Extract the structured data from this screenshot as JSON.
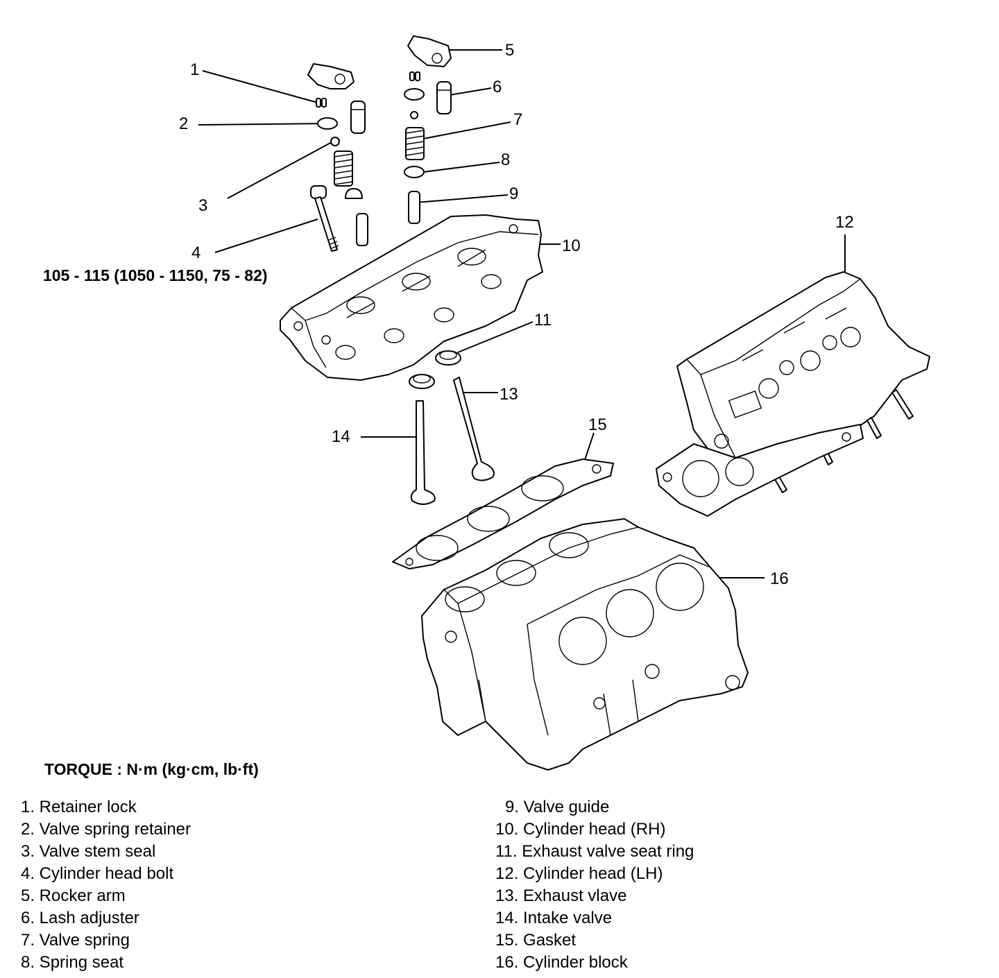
{
  "callouts": [
    "1",
    "2",
    "3",
    "4",
    "5",
    "6",
    "7",
    "8",
    "9",
    "10",
    "11",
    "12",
    "13",
    "14",
    "15",
    "16"
  ],
  "torque_spec": "105 - 115 (1050 - 1150, 75 - 82)",
  "torque_units": "TORQUE : N·m (kg·cm, lb·ft)",
  "legend_left": [
    "1. Retainer lock",
    "2. Valve spring retainer",
    "3. Valve stem seal",
    "4. Cylinder head bolt",
    "5. Rocker arm",
    "6. Lash adjuster",
    "7. Valve spring",
    "8. Spring seat"
  ],
  "legend_right": [
    "9. Valve guide",
    "10. Cylinder head (RH)",
    "11. Exhaust valve seat ring",
    "12. Cylinder head (LH)",
    "13. Exhaust vlave",
    "14. Intake valve",
    "15. Gasket",
    "16. Cylinder block"
  ]
}
